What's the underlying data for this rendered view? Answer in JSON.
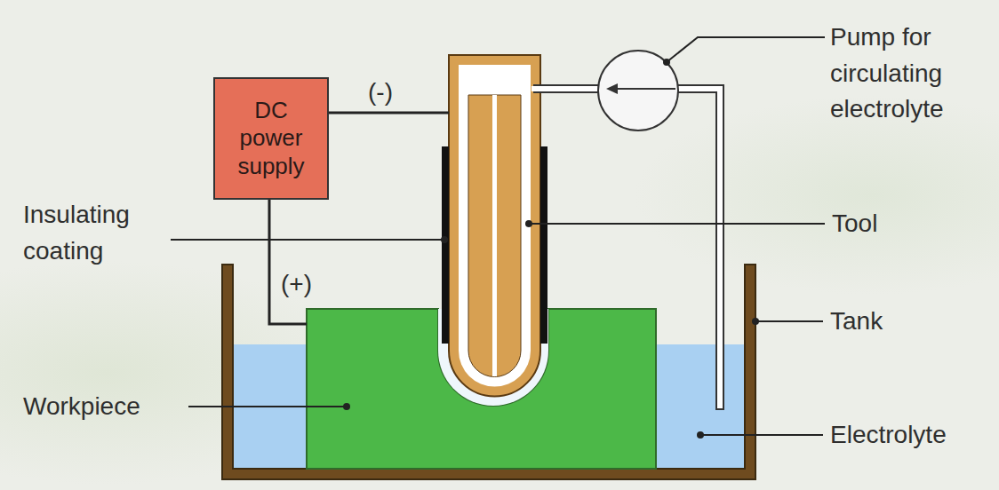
{
  "diagram": {
    "nodes": [
      {
        "text": [
          "DC power supply"
        ]
      }
    ],
    "labels": [
      "(-)",
      "(+)",
      "Pump for circulating electrolyte",
      "Tool",
      "Insulating coating",
      "Tank",
      "Workpiece",
      "Electrolyte"
    ]
  }
}
